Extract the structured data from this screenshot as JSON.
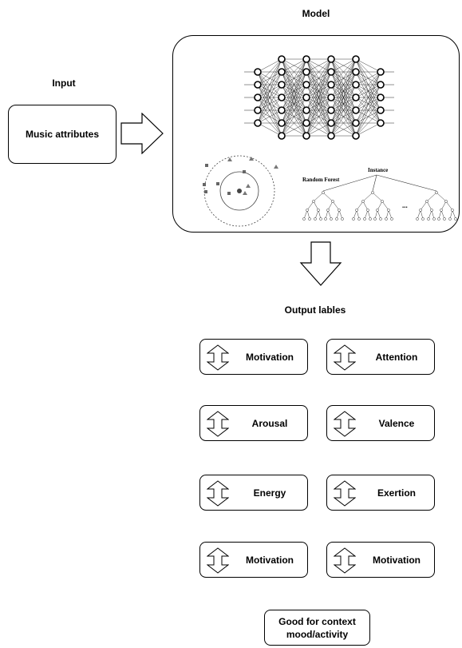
{
  "model": {
    "title": "Model"
  },
  "input": {
    "title": "Input",
    "box_label": "Music attributes"
  },
  "output": {
    "title": "Output lables",
    "labels": [
      "Motivation",
      "Attention",
      "Arousal",
      "Valence",
      "Energy",
      "Exertion",
      "Motivation",
      "Motivation"
    ]
  },
  "result": {
    "line1": "Good for context",
    "line2": "mood/activity"
  },
  "random_forest": {
    "title": "Random Forest",
    "instance": "Instance",
    "ellipsis": "..."
  },
  "icons": {
    "input_arrow": "right-arrow-icon",
    "down_arrow": "down-arrow-icon",
    "label_arrow": "up-down-arrow-icon"
  }
}
